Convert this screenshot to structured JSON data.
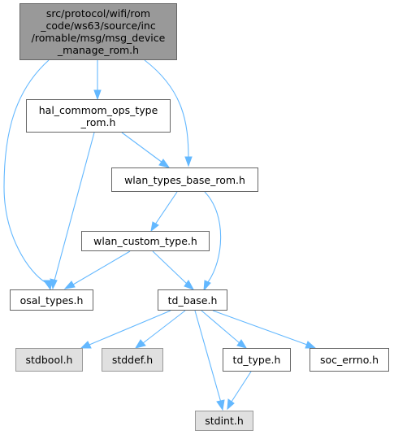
{
  "colors": {
    "edge": "#63b8ff",
    "root_fill": "#999999",
    "system_fill": "#e0e0e0",
    "node_border": "#666666"
  },
  "nodes": {
    "root": "src/protocol/wifi/rom\n_code/ws63/source/inc\n/romable/msg/msg_device\n_manage_rom.h",
    "hal_ops": "hal_commom_ops_type\n_rom.h",
    "wlan_types_base": "wlan_types_base_rom.h",
    "wlan_custom": "wlan_custom_type.h",
    "osal_types": "osal_types.h",
    "td_base": "td_base.h",
    "stdbool": "stdbool.h",
    "stddef": "stddef.h",
    "td_type": "td_type.h",
    "soc_errno": "soc_errno.h",
    "stdint": "stdint.h"
  },
  "edges": [
    [
      "root",
      "hal_ops"
    ],
    [
      "root",
      "osal_types"
    ],
    [
      "root",
      "wlan_types_base"
    ],
    [
      "hal_ops",
      "osal_types"
    ],
    [
      "hal_ops",
      "wlan_types_base"
    ],
    [
      "wlan_types_base",
      "wlan_custom"
    ],
    [
      "wlan_types_base",
      "td_base"
    ],
    [
      "wlan_custom",
      "osal_types"
    ],
    [
      "wlan_custom",
      "td_base"
    ],
    [
      "td_base",
      "stdbool"
    ],
    [
      "td_base",
      "stddef"
    ],
    [
      "td_base",
      "td_type"
    ],
    [
      "td_base",
      "soc_errno"
    ],
    [
      "td_base",
      "stdint"
    ],
    [
      "td_type",
      "stdint"
    ]
  ]
}
